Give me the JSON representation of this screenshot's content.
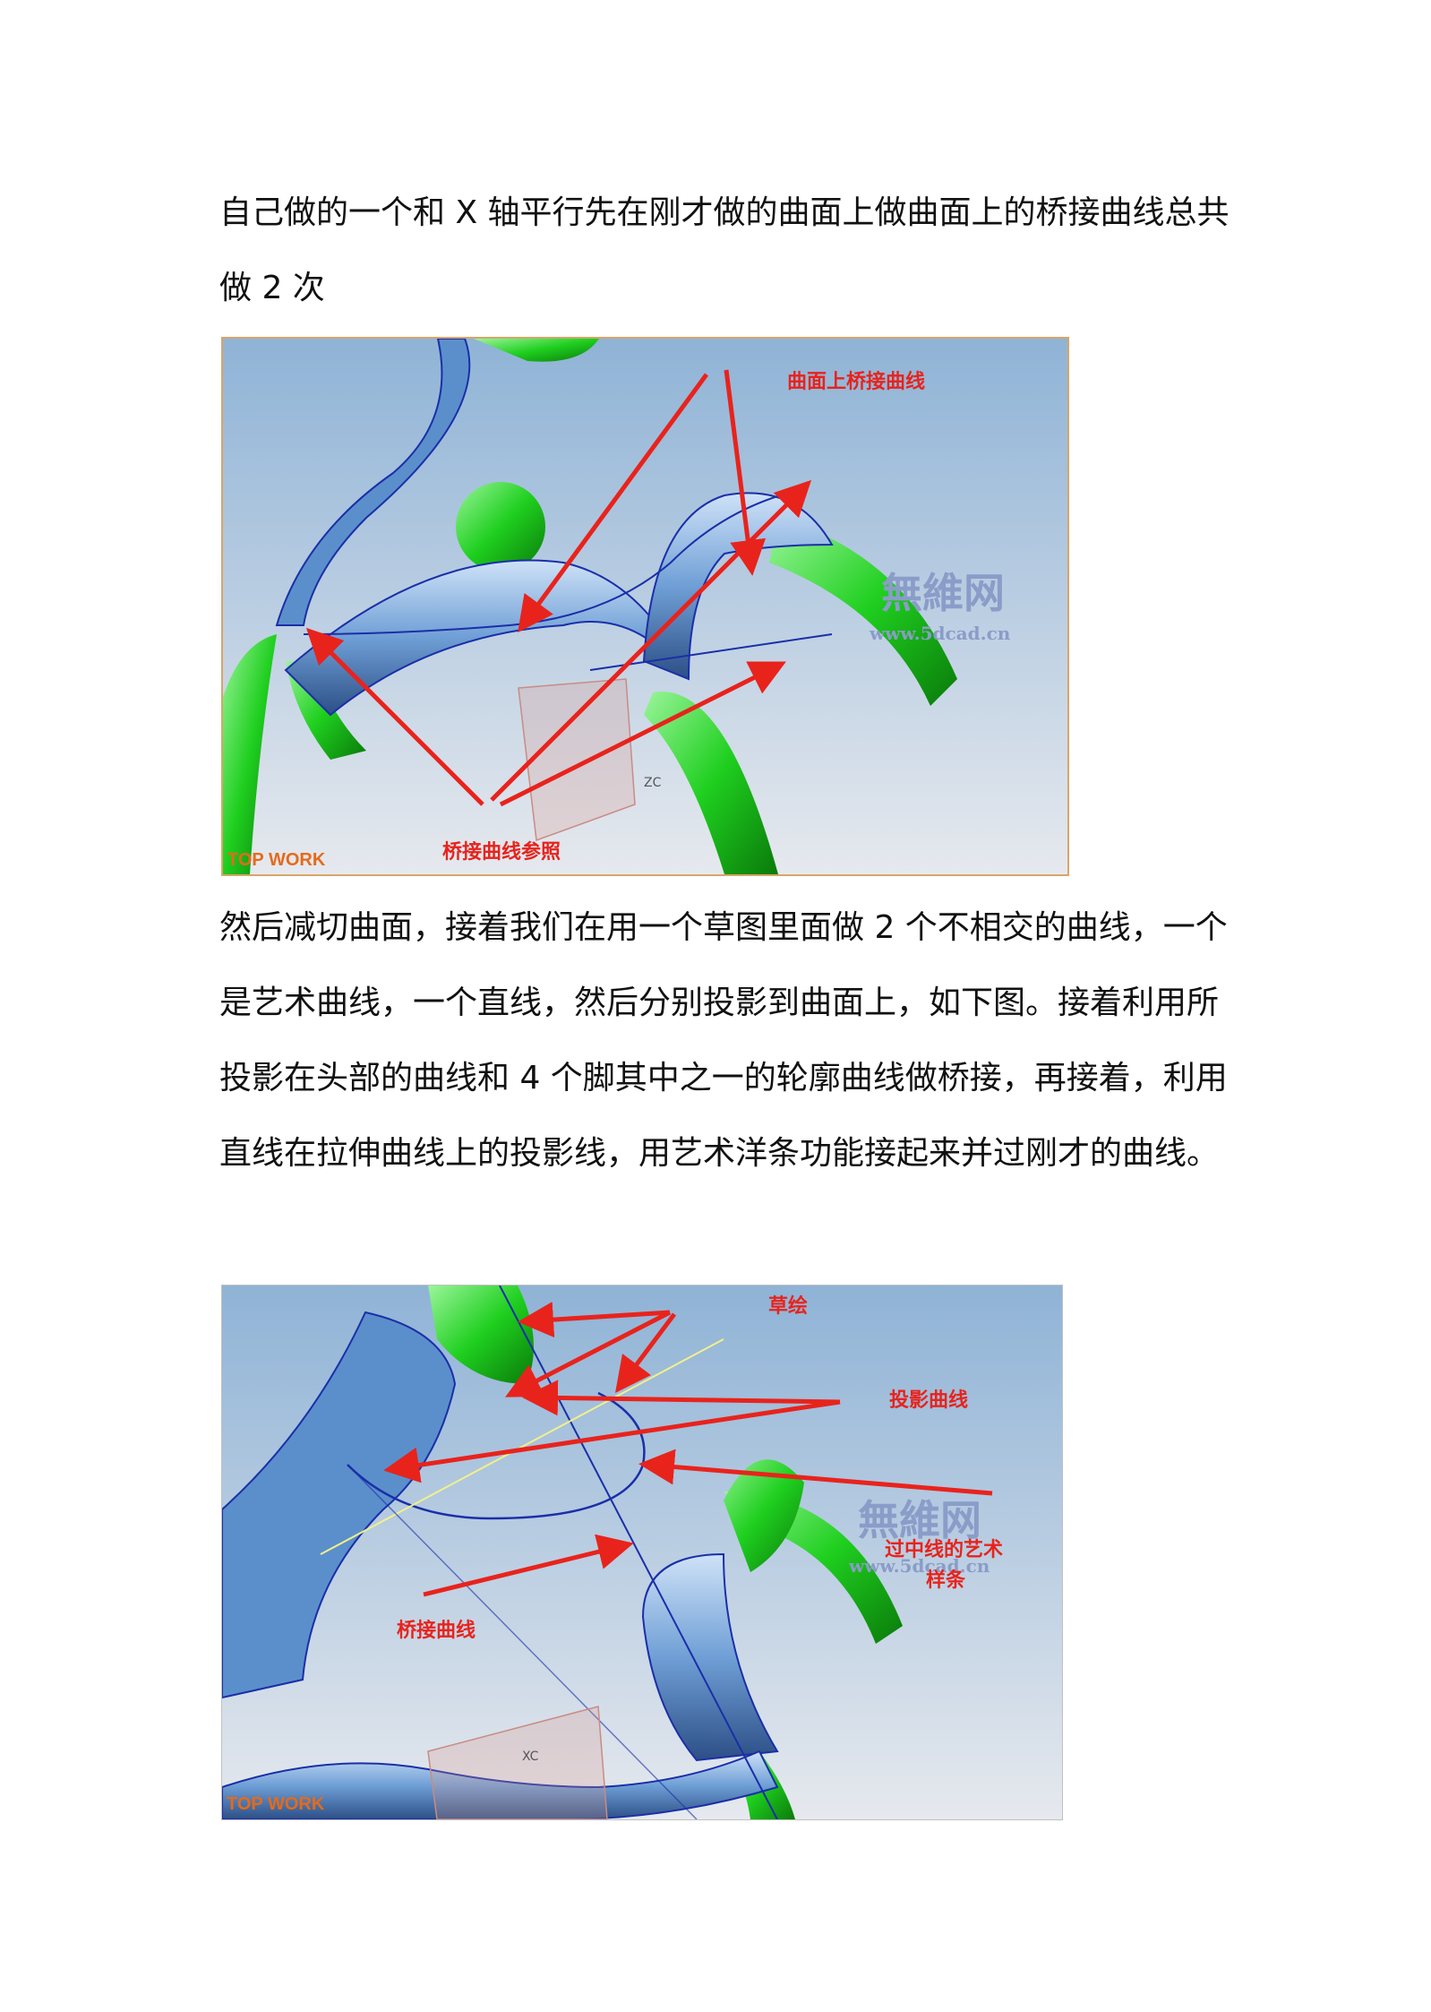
{
  "document": {
    "paragraph1": "自己做的一个和 X 轴平行先在刚才做的曲面上做曲面上的桥接曲线总共做 2 次",
    "paragraph2": "然后减切曲面，接着我们在用一个草图里面做 2 个不相交的曲线，一个是艺术曲线，一个直线，然后分别投影到曲面上，如下图。接着利用所投影在头部的曲线和 4 个脚其中之一的轮廓曲线做桥接，再接着，利用直线在拉伸曲线上的投影线，用艺术洋条功能接起来并过刚才的曲线。"
  },
  "figure1": {
    "label_top": "曲面上桥接曲线",
    "label_bottom": "桥接曲线参照",
    "watermark_cn": "無維网",
    "watermark_url": "www.5dcad.cn",
    "corner": "TOP WORK",
    "axis_label": "ZC"
  },
  "figure2": {
    "label_sketch": "草绘",
    "label_projection": "投影曲线",
    "label_spline_line1": "过中线的艺术",
    "label_spline_line2": "样条",
    "label_bridge": "桥接曲线",
    "watermark_cn": "無維网",
    "watermark_url": "www.5dcad.cn",
    "corner": "TOP WORK",
    "axis_label": "XC"
  },
  "colors": {
    "viewport_top": "#8fb3d6",
    "viewport_bottom": "#e6e9ee",
    "green_part": "#1fcf1f",
    "blue_surface": "#5b8fcc",
    "arrow_red": "#e8231c",
    "curve_blue": "#1a2fa8"
  }
}
